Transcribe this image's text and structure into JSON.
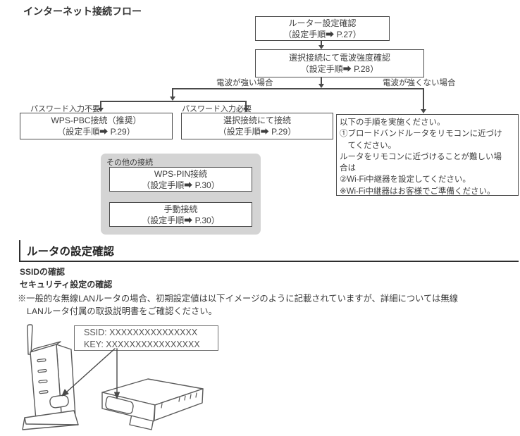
{
  "title": "インターネット接続フロー",
  "flowchart": {
    "boxes": {
      "router_check": {
        "line1": "ルーター設定確認",
        "line2": "（設定手順➡ P.27）"
      },
      "signal_check": {
        "line1": "選択接続にて電波強度確認",
        "line2": "（設定手順➡ P.28）"
      },
      "wps_pbc": {
        "line1": "WPS-PBC接続（推奨）",
        "line2": "（設定手順➡ P.29）"
      },
      "select_connect": {
        "line1": "選択接続にて接続",
        "line2": "（設定手順➡ P.29）"
      },
      "wps_pin": {
        "line1": "WPS-PIN接続",
        "line2": "（設定手順➡ P.30）"
      },
      "manual": {
        "line1": "手動接続",
        "line2": "（設定手順➡ P.30）"
      }
    },
    "branch_labels": {
      "signal_strong": "電波が強い場合",
      "signal_weak": "電波が強くない場合",
      "no_password": "パスワード入力不要",
      "password_required": "パスワード入力必要"
    },
    "other_connections_label": "その他の接続",
    "instruction_box": {
      "lines": [
        "以下の手順を実施ください。",
        "①ブロードバンドルータをリモコンに近づけ",
        "　てください。",
        "ルータをリモコンに近づけることが難しい場",
        "合は",
        "②Wi-Fi中継器を設定してください。",
        "※Wi-Fi中継器はお客様でご準備ください。"
      ]
    }
  },
  "section": {
    "heading": "ルータの設定確認",
    "subheading_ssid": "SSIDの確認",
    "subheading_security": "セキュリティ設定の確認",
    "note_lines": [
      "※一般的な無線LANルータの場合、初期設定値は以下イメージのように記載されていますが、詳細については無線",
      "LANルータ付属の取扱説明書をご確認ください。"
    ],
    "router_label": {
      "ssid": "SSID: XXXXXXXXXXXXXXX",
      "key": "KEY: XXXXXXXXXXXXXXXX"
    }
  },
  "colors": {
    "text": "#333333",
    "line": "#4a4a4a",
    "panel_gray": "#d4d4d4"
  }
}
